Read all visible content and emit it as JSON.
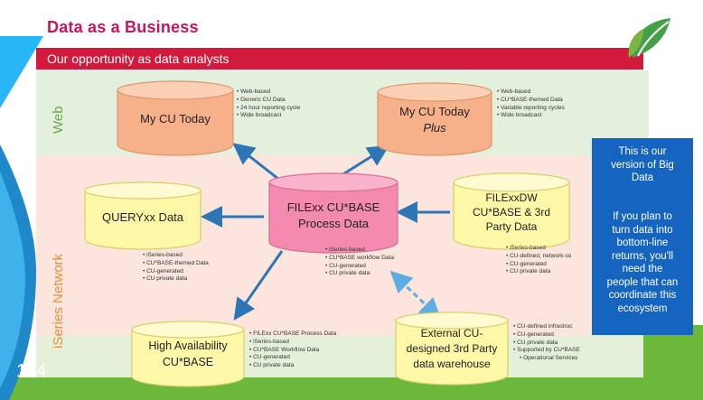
{
  "slide": {
    "title": "Data as a Business",
    "subtitle": "Our opportunity as data analysts",
    "page_number": "144"
  },
  "lanes": {
    "web": "Web",
    "network": "iSeries Network"
  },
  "nodes": {
    "my_cu_today": {
      "label": "My CU Today",
      "notes": [
        "Web-based",
        "Generic CU Data",
        "24 hour reporting cycle",
        "Wide broadcast"
      ]
    },
    "my_cu_today_plus": {
      "line1": "My CU Today",
      "line2": "Plus",
      "notes": [
        "Web-based",
        "CU*BASE-themed Data",
        "Variable reporting cycles",
        "Wide broadcast"
      ]
    },
    "queryxx": {
      "label": "QUERYxx Data",
      "notes": [
        "iSeries-based",
        "CU*BASE-themed Data",
        "CU-generated",
        "CU private data"
      ]
    },
    "filexx": {
      "line1": "FILExx CU*BASE",
      "line2": "Process Data",
      "notes": [
        "iSeries-based",
        "CU*BASE workflow Data",
        "CU-generated",
        "CU private data"
      ]
    },
    "filexxdw": {
      "line1": "FILExxDW",
      "line2": "CU*BASE & 3rd",
      "line3": "Party Data",
      "notes": [
        "iSeries-based",
        "CU-defined, network-so",
        "CU-generated",
        "CU private data"
      ]
    },
    "high_availability": {
      "line1": "High Availability",
      "line2": "CU*BASE",
      "notes": [
        "FILExx CU*BASE Process Data",
        "iSeries-based",
        "CU*BASE Workflow Data",
        "CU-generated",
        "CU private data"
      ]
    },
    "external": {
      "line1": "External CU-",
      "line2": "designed 3rd Party",
      "line3": "data warehouse",
      "notes": [
        "CU-defined infrastruc",
        "CU-generated",
        "CU private data",
        "Supported by CU*BASE",
        "Operational Services"
      ]
    }
  },
  "callout": {
    "line1": "This is our",
    "line2": "version of Big",
    "line3": "Data",
    "line4": "If you plan to",
    "line5": "turn data into",
    "line6": "bottom-line",
    "line7": "returns, you'll",
    "line8": "need the",
    "line9": "people that can",
    "line10": "coordinate this",
    "line11": "ecosystem"
  },
  "colors": {
    "title": "#c2185b",
    "banner": "#d11a3c",
    "web_band": "#e3f0dc",
    "network_band": "#fbe5dc",
    "orange_cylinder": "#f6b08a",
    "yellow_cylinder": "#fdf7a8",
    "pink_cylinder": "#f48ab0",
    "callout": "#1565c0",
    "arrow": "#2e75b6",
    "accent_cyan": "#29b6f6",
    "green": "#6cb83a"
  },
  "icons": {
    "logo": "leaf-logo-icon"
  }
}
